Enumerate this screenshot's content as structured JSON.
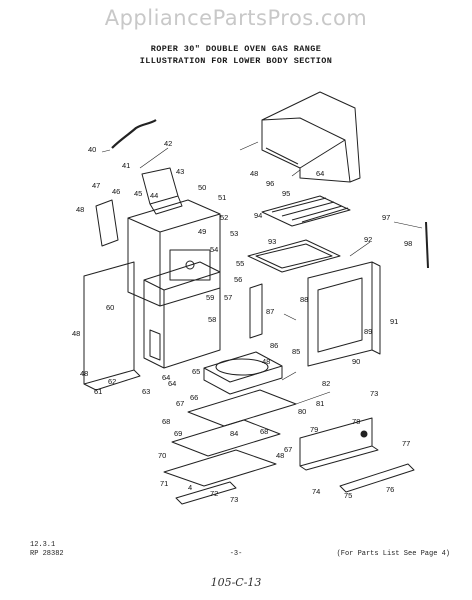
{
  "watermark": "AppliancePartsPros.com",
  "title_line1": "ROPER 30\" DOUBLE OVEN GAS RANGE",
  "title_line2": "ILLUSTRATION FOR LOWER BODY SECTION",
  "footer": {
    "code1": "12.3.1",
    "code2": "RP 28382",
    "page": "-3-",
    "note": "(For Parts List See Page 4)",
    "handwritten": "105-C-13"
  },
  "part_labels": [
    "40",
    "41",
    "42",
    "43",
    "44",
    "45",
    "46",
    "47",
    "48",
    "49",
    "50",
    "51",
    "52",
    "53",
    "54",
    "55",
    "56",
    "57",
    "58",
    "59",
    "60",
    "48",
    "61",
    "62",
    "63",
    "64",
    "65",
    "66",
    "67",
    "68",
    "69",
    "70",
    "71",
    "72",
    "73",
    "74",
    "75",
    "76",
    "77",
    "78",
    "79",
    "80",
    "81",
    "82",
    "84",
    "85",
    "86",
    "87",
    "88",
    "89",
    "90",
    "91",
    "92",
    "93",
    "94",
    "95",
    "96",
    "97",
    "98",
    "48",
    "64",
    "48",
    "48",
    "48",
    "68",
    "67",
    "73",
    "4",
    "64"
  ]
}
